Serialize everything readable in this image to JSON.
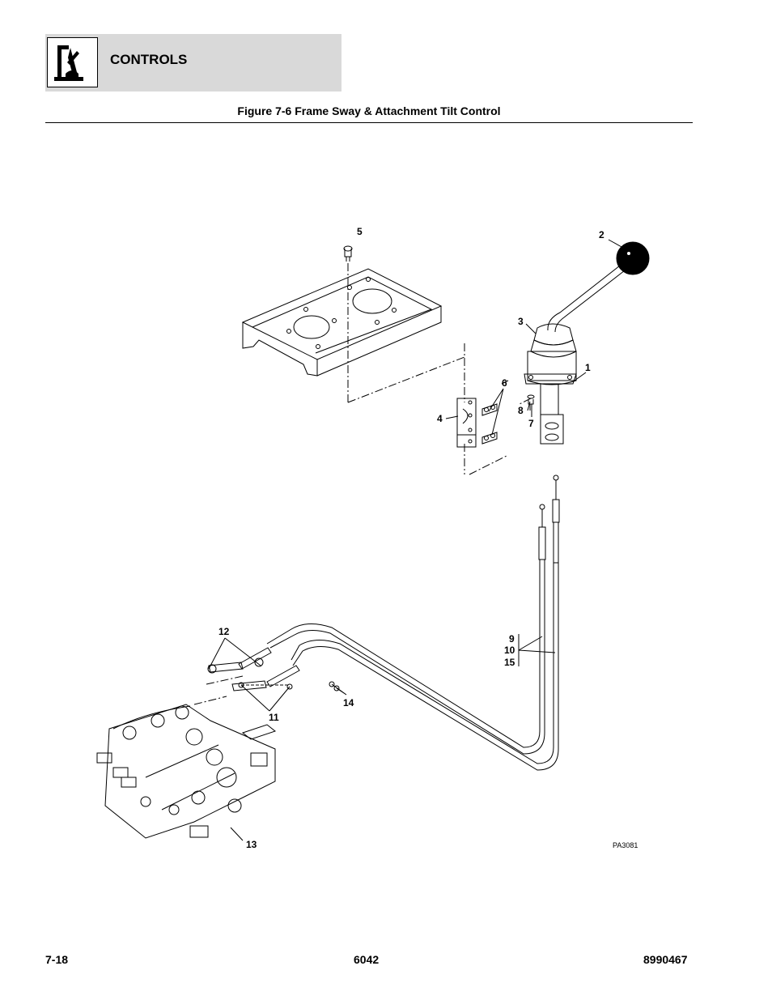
{
  "header": {
    "section_title": "CONTROLS",
    "icon": "joystick-control-icon"
  },
  "figure": {
    "title": "Figure 7-6 Frame Sway & Attachment Tilt Control",
    "drawing_id": "PA3081",
    "callouts": {
      "c1": "1",
      "c2": "2",
      "c3": "3",
      "c4": "4",
      "c5": "5",
      "c6": "6",
      "c7": "7",
      "c8": "8",
      "c9": "9",
      "c10": "10",
      "c11": "11",
      "c12": "12",
      "c13": "13",
      "c14": "14",
      "c15": "15"
    }
  },
  "footer": {
    "page_number": "7-18",
    "model": "6042",
    "part_number": "8990467"
  }
}
